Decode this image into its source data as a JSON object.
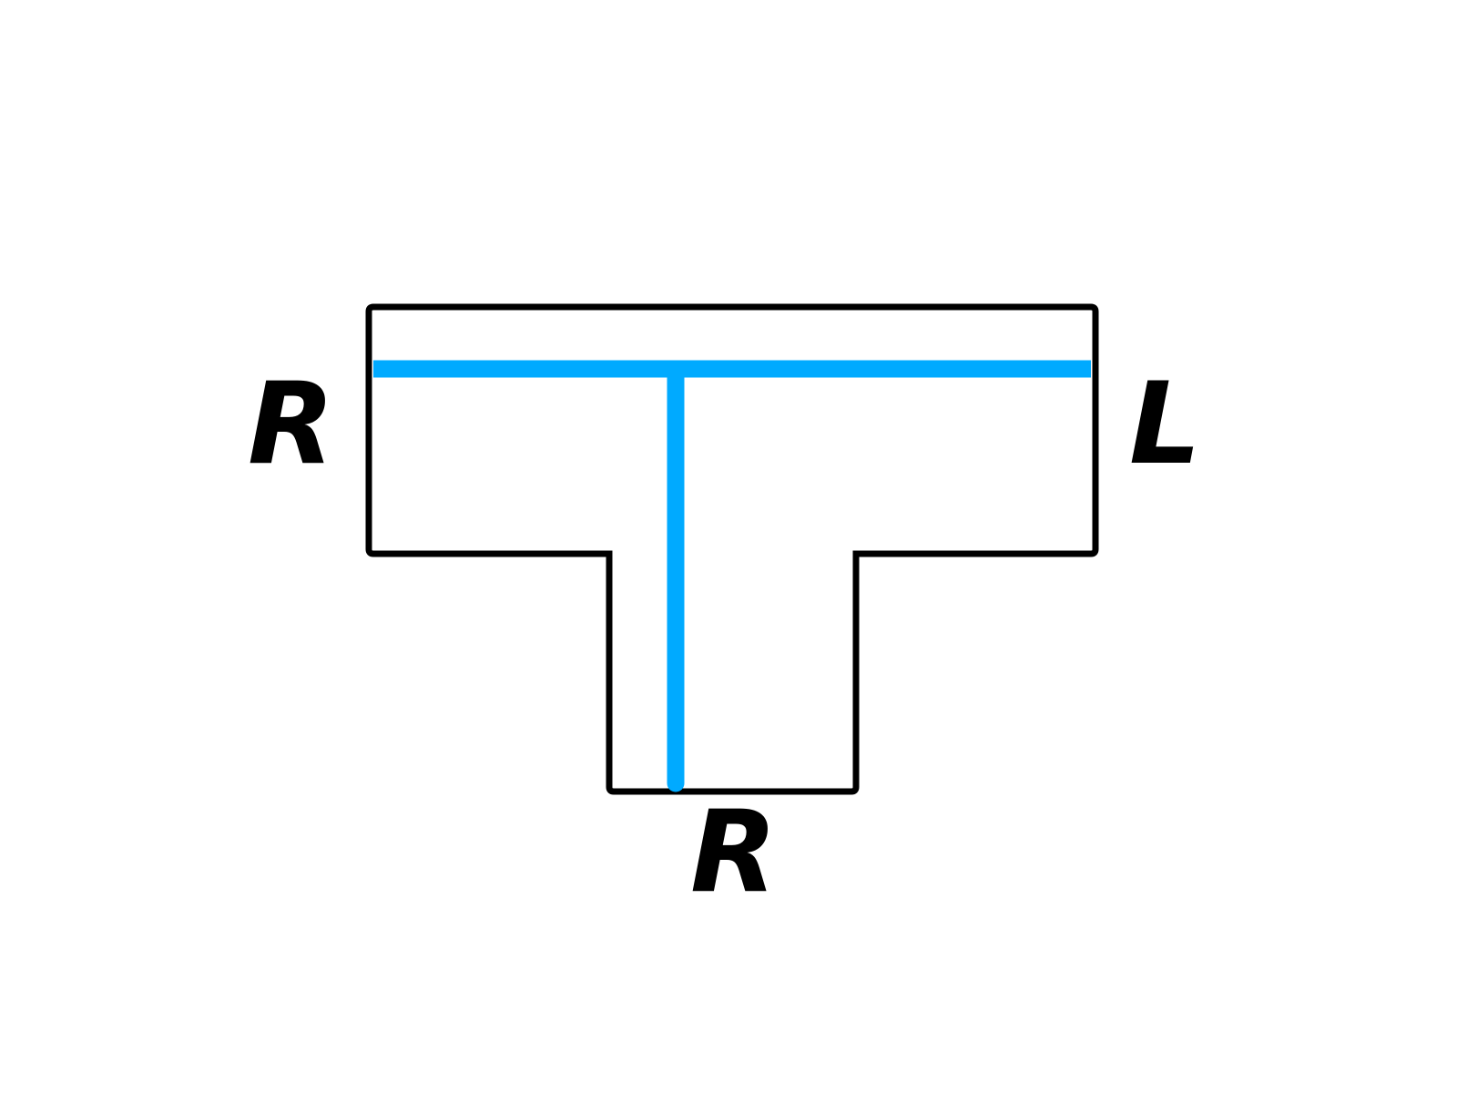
{
  "diagram": {
    "labels": {
      "left": "R",
      "right": "L",
      "bottom": "R"
    },
    "colors": {
      "outline": "#000000",
      "channel": "#00AAFF",
      "background": "#FFFFFF"
    }
  }
}
